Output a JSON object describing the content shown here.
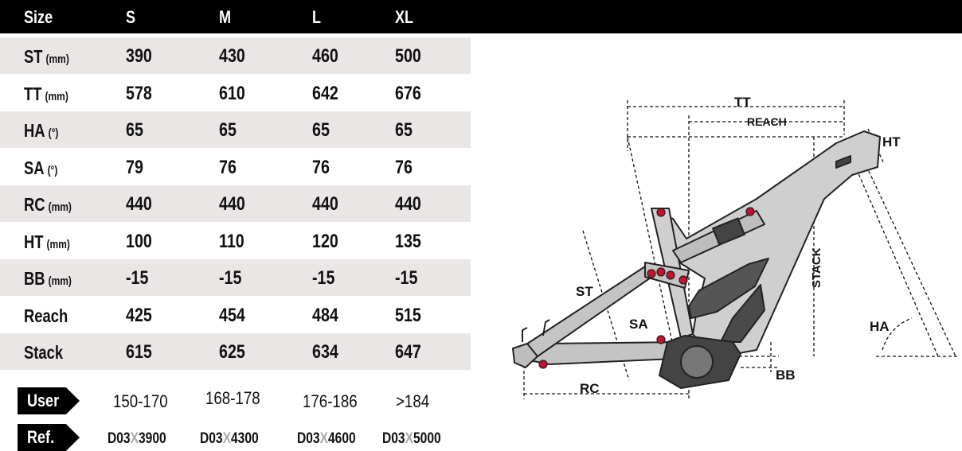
{
  "table": {
    "header": {
      "label": "Size",
      "sizes": [
        "S",
        "M",
        "L",
        "XL"
      ]
    },
    "rows": [
      {
        "label": "ST",
        "unit": "(mm)",
        "values": [
          "390",
          "430",
          "460",
          "500"
        ]
      },
      {
        "label": "TT",
        "unit": "(mm)",
        "values": [
          "578",
          "610",
          "642",
          "676"
        ]
      },
      {
        "label": "HA",
        "unit": "(°)",
        "values": [
          "65",
          "65",
          "65",
          "65"
        ]
      },
      {
        "label": "SA",
        "unit": "(°)",
        "values": [
          "79",
          "76",
          "76",
          "76"
        ]
      },
      {
        "label": "RC",
        "unit": "(mm)",
        "values": [
          "440",
          "440",
          "440",
          "440"
        ]
      },
      {
        "label": "HT",
        "unit": "(mm)",
        "values": [
          "100",
          "110",
          "120",
          "135"
        ]
      },
      {
        "label": "BB",
        "unit": "(mm)",
        "values": [
          "-15",
          "-15",
          "-15",
          "-15"
        ]
      },
      {
        "label": "Reach",
        "unit": "",
        "values": [
          "425",
          "454",
          "484",
          "515"
        ]
      },
      {
        "label": "Stack",
        "unit": "",
        "values": [
          "615",
          "625",
          "634",
          "647"
        ]
      }
    ]
  },
  "user": {
    "label": "User",
    "values": [
      "150-170",
      "168-178",
      "176-186",
      ">184"
    ]
  },
  "ref": {
    "label": "Ref.",
    "values": [
      {
        "prefix": "D03",
        "x": "X",
        "code": "3900"
      },
      {
        "prefix": "D03",
        "x": "X",
        "code": "4300"
      },
      {
        "prefix": "D03",
        "x": "X",
        "code": "4600"
      },
      {
        "prefix": "D03",
        "x": "X",
        "code": "5000"
      }
    ]
  },
  "diagram": {
    "labels": {
      "tt": "TT",
      "reach": "REACH",
      "ht": "HT",
      "st": "ST",
      "sa": "SA",
      "stack": "STACK",
      "ha": "HA",
      "rc": "RC",
      "bb": "BB"
    }
  },
  "colors": {
    "header_bg": "#000000",
    "row_shade": "#ebe6e6",
    "frame": "#c9c9c9",
    "accent": "#c8102e"
  }
}
